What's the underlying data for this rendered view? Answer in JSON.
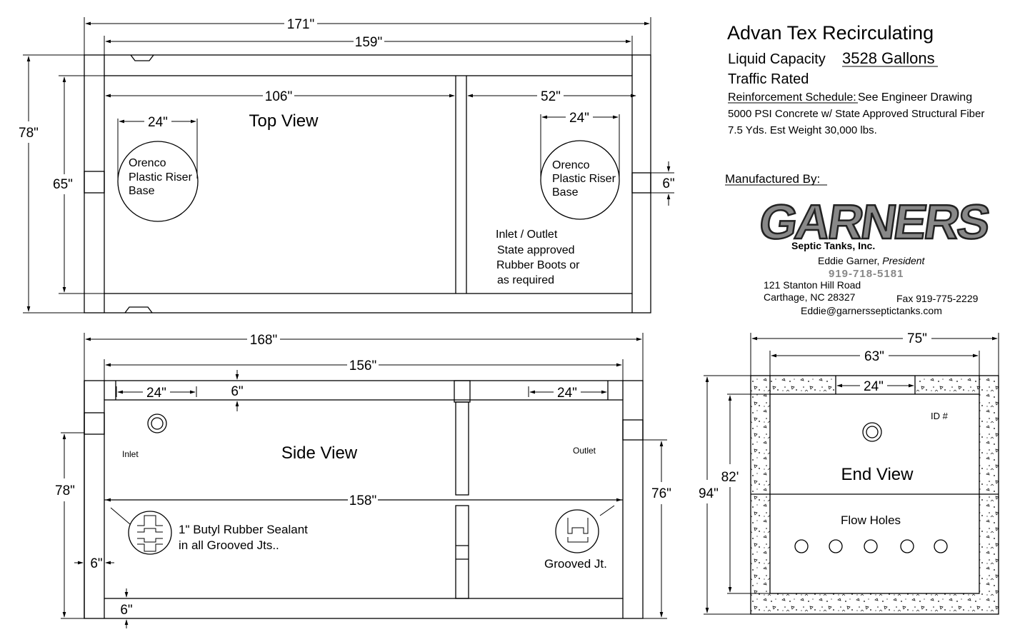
{
  "header": {
    "title": "Advan Tex Recirculating",
    "capacity_label": "Liquid Capacity",
    "capacity_value": "3528 Gallons",
    "traffic": "Traffic Rated",
    "reinforcement_label": "Reinforcement Schedule:",
    "reinforcement_value": " See Engineer Drawing",
    "concrete": "5000 PSI Concrete w/ State Approved Structural Fiber",
    "yards": "7.5 Yds.  Est Weight 30,000 lbs.",
    "manufactured_by": "Manufactured By:"
  },
  "logo": {
    "brand": "GARNERS",
    "sub": "Septic Tanks, Inc.",
    "person": "Eddie Garner, ",
    "role": "President",
    "phone": "919-718-5181",
    "address1": "121 Stanton Hill Road",
    "address2": "Carthage, NC 28327",
    "fax": "Fax 919-775-2229",
    "email": "Eddie@garnersseptictanks.com"
  },
  "top_view": {
    "title": "Top View",
    "dim_171": "171\"",
    "dim_159": "159\"",
    "dim_106": "106\"",
    "dim_52": "52\"",
    "dim_24_left": "24\"",
    "dim_24_right": "24\"",
    "dim_78": "78\"",
    "dim_65": "65\"",
    "dim_6": "6\"",
    "riser_left": [
      "Orenco",
      "Plastic Riser",
      "Base"
    ],
    "riser_right": [
      "Orenco",
      "Plastic Riser",
      "Base"
    ],
    "inlet_outlet_note": [
      "Inlet / Outlet",
      "State approved",
      "Rubber Boots or",
      "as required"
    ]
  },
  "side_view": {
    "title": "Side View",
    "dim_168": "168\"",
    "dim_156": "156\"",
    "dim_158": "158\"",
    "dim_24_left": "24\"",
    "dim_24_right": "24\"",
    "dim_6_top": "6\"",
    "dim_6_left": "6\"",
    "dim_6_bottom": "6\"",
    "dim_78": "78\"",
    "dim_76": "76\"",
    "inlet": "Inlet",
    "outlet": "Outlet",
    "sealant_note": [
      "1\" Butyl Rubber Sealant",
      "in all Grooved Jts.."
    ],
    "grooved": "Grooved Jt."
  },
  "end_view": {
    "title": "End View",
    "dim_75": "75\"",
    "dim_63": "63\"",
    "dim_24": "24\"",
    "dim_94": "94\"",
    "dim_82": "82'",
    "id": "ID #",
    "flow_holes": "Flow Holes"
  }
}
